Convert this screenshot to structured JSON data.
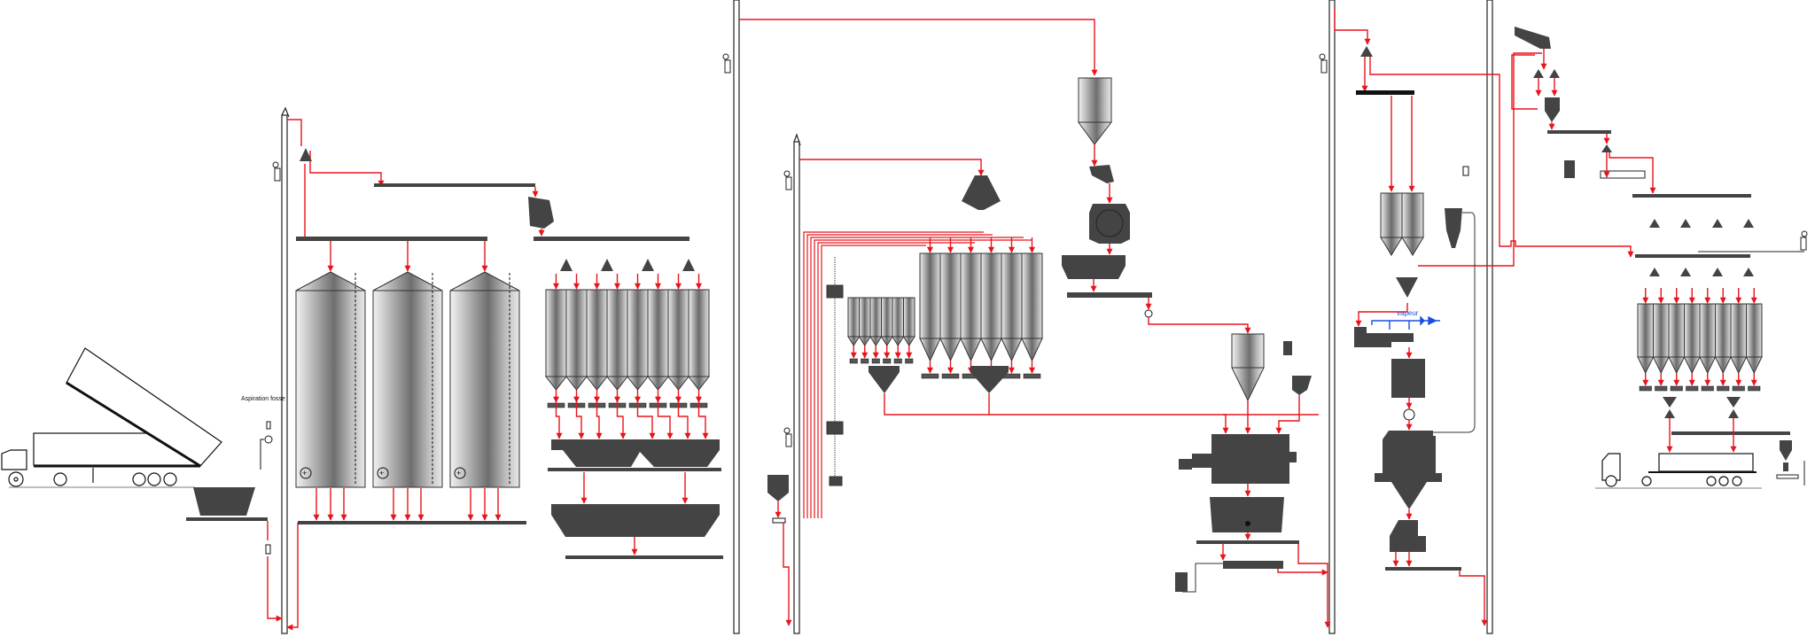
{
  "diagram": {
    "title": "",
    "colors": {
      "flow": "#e8141b",
      "equipment": "#444444",
      "steam": "#1a4fe0",
      "outline": "#222222",
      "background": "#ffffff"
    },
    "labels": {
      "pit_aspiration": "Aspiration fosse",
      "steam": "vapeur"
    },
    "sections": [
      {
        "id": "reception",
        "elements": [
          "tipping-truck",
          "intake-pit",
          "pit-aspiration-filter",
          "elevator-1"
        ]
      },
      {
        "id": "raw-storage",
        "elements": [
          "cyclone-separator",
          "top-conveyor",
          "cleaner",
          "storage-silo-1",
          "storage-silo-2",
          "storage-silo-3",
          "bottom-conveyor"
        ]
      },
      {
        "id": "dosing",
        "elements": [
          "distribution-conveyor",
          "distributor-1",
          "distributor-2",
          "distributor-3",
          "distributor-4",
          "dosing-bins-8",
          "batch-scale",
          "mixer"
        ]
      },
      {
        "id": "grinding-batching",
        "elements": [
          "elevator-2",
          "elevator-3",
          "rotary-distributor",
          "ingredient-bins-6",
          "micro-bins-6",
          "micro-scale",
          "macro-scale",
          "liquid-tank"
        ]
      },
      {
        "id": "grinding",
        "elements": [
          "buffer-bin",
          "magnet",
          "hammer-mill",
          "mill-hopper",
          "mill-conveyor",
          "rotary-valve"
        ]
      },
      {
        "id": "mixing",
        "elements": [
          "premix-bin",
          "additive-dosing",
          "mixer-main",
          "mixer-hopper",
          "liquid-coater"
        ]
      },
      {
        "id": "pelleting",
        "elements": [
          "elevator-4",
          "press-bins-2",
          "cyclone",
          "conditioner",
          "pellet-press",
          "cooler",
          "crumbler",
          "steam-line"
        ]
      },
      {
        "id": "finished-goods",
        "elements": [
          "elevator-5",
          "sieve",
          "finished-bins-8",
          "loadout-scale",
          "loadout-truck",
          "bagging"
        ]
      }
    ],
    "counts": {
      "storage_silos": 3,
      "dosing_bins": 8,
      "ingredient_bins": 6,
      "micro_bins": 6,
      "press_bins": 2,
      "finished_bins": 8,
      "elevators": 5,
      "trucks": 2
    }
  }
}
